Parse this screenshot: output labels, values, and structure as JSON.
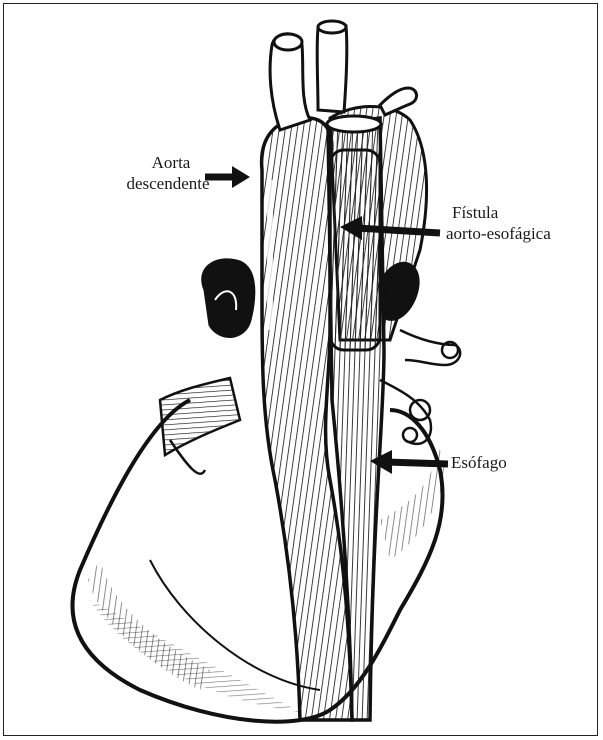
{
  "labels": {
    "aorta_line1": "Aorta",
    "aorta_line2": "descendente",
    "fistula_line1": "Fístula",
    "fistula_line2": "aorto-esofágica",
    "esofago": "Esófago"
  },
  "colors": {
    "ink": "#111111",
    "paper": "#ffffff",
    "frame": "#222222"
  }
}
